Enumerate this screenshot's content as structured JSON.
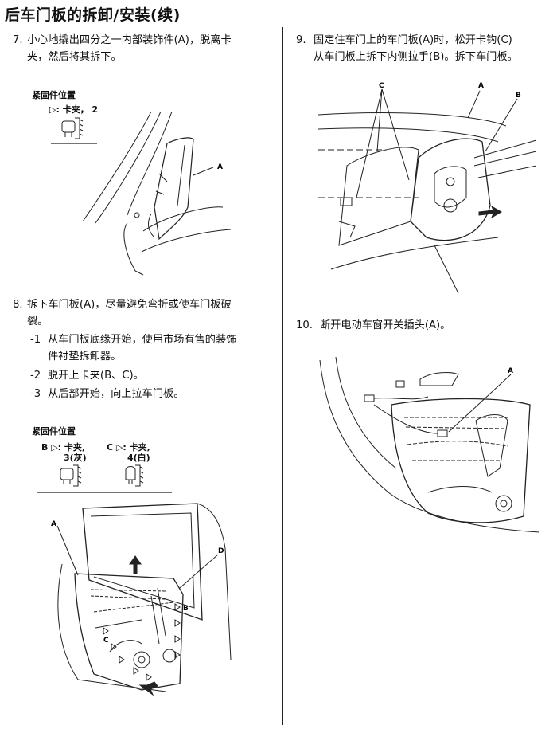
{
  "title": "后车门板的拆卸/安装(续)",
  "step7": {
    "num": "7.",
    "line1": "小心地撬出四分之一内部装饰件(A)，脱离卡",
    "line2": "夹，然后将其拆下。",
    "fastener_heading": "紧固件位置",
    "fastener_label": "▷: 卡夹， 2",
    "callout_a": "A"
  },
  "step8": {
    "num": "8.",
    "line1": "拆下车门板(A)，尽量避免弯折或使车门板破",
    "line2": "裂。",
    "subs": [
      {
        "num": "-1",
        "line1": "从车门板底缘开始，使用市场有售的装饰",
        "line2": "件衬垫拆卸器。"
      },
      {
        "num": "-2",
        "line1": "脱开上卡夹(B、C)。",
        "line2": ""
      },
      {
        "num": "-3",
        "line1": "从后部开始，向上拉车门板。",
        "line2": ""
      }
    ],
    "fastener_heading": "紧固件位置",
    "clip_b_label": "B ▷: 卡夹,",
    "clip_b_sub": "3(灰)",
    "clip_c_label": "C ▷: 卡夹,",
    "clip_c_sub": "4(白)",
    "callout_a": "A",
    "callout_b": "B",
    "callout_c": "C",
    "callout_d": "D"
  },
  "step9": {
    "num": "9.",
    "line1": "固定住车门上的车门板(A)时，松开卡钩(C)",
    "line2": "从车门板上拆下内侧拉手(B)。拆下车门板。",
    "callout_a": "A",
    "callout_b": "B",
    "callout_c": "C"
  },
  "step10": {
    "num": "10.",
    "line1": "断开电动车窗开关插头(A)。",
    "callout_a": "A"
  }
}
